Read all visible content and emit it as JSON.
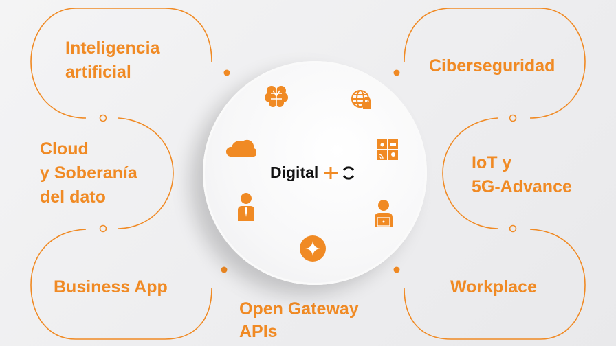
{
  "center": {
    "title": "Digital",
    "logo": "plus-circle-logo"
  },
  "labels": {
    "ai": [
      "Inteligencia",
      "artificial"
    ],
    "cloud": [
      "Cloud",
      "y Soberanía",
      "del dato"
    ],
    "business": "Business App",
    "gateway": [
      "Open Gateway",
      "APIs"
    ],
    "cyber": "Ciberseguridad",
    "iot": [
      "IoT y",
      "5G-Advance"
    ],
    "workplace": "Workplace"
  },
  "icons": [
    "brain-icon",
    "globe-lock-icon",
    "smart-home-grid-icon",
    "cloud-icon",
    "businessman-icon",
    "person-laptop-icon",
    "sparkle-star-icon"
  ],
  "colors": {
    "accent": "#F08A24",
    "text": "#111111"
  }
}
